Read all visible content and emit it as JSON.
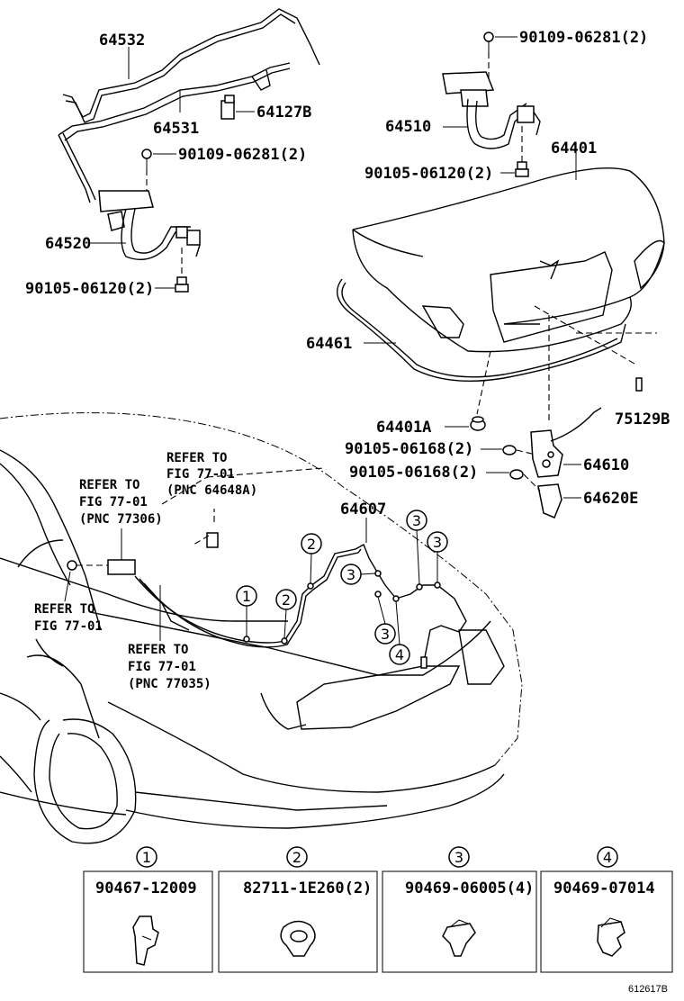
{
  "labels": {
    "p64532": "64532",
    "p64531": "64531",
    "p64127B": "64127B",
    "bolt_upper_left": "90109-06281(2)",
    "p64520": "64520",
    "screw_left": "90105-06120(2)",
    "bolt_upper_right": "90109-06281(2)",
    "p64510": "64510",
    "p64401": "64401",
    "screw_right": "90105-06120(2)",
    "p64461": "64461",
    "p75129B": "75129B",
    "p64401A": "64401A",
    "bolt_lock_1": "90105-06168(2)",
    "p64610": "64610",
    "bolt_lock_2": "90105-06168(2)",
    "p64620E": "64620E",
    "p64607": "64607"
  },
  "refs": {
    "ref_64648A": [
      "REFER TO",
      "FIG 77-01",
      "(PNC 64648A)"
    ],
    "ref_77306": [
      "REFER TO",
      "FIG 77-01",
      "(PNC 77306)"
    ],
    "ref_left": [
      "REFER TO",
      "FIG 77-01"
    ],
    "ref_77035": [
      "REFER TO",
      "FIG 77-01",
      "(PNC 77035)"
    ]
  },
  "callouts": {
    "c1": "1",
    "c2a": "2",
    "c2b": "2",
    "c3a": "3",
    "c3b": "3",
    "c3c": "3",
    "c3d": "3",
    "c4": "4"
  },
  "legend": [
    {
      "num": "1",
      "part": "90467-12009"
    },
    {
      "num": "2",
      "part": "82711-1E260(2)"
    },
    {
      "num": "3",
      "part": "90469-06005(4)"
    },
    {
      "num": "4",
      "part": "90469-07014"
    }
  ],
  "footer": {
    "code": "612617B"
  }
}
